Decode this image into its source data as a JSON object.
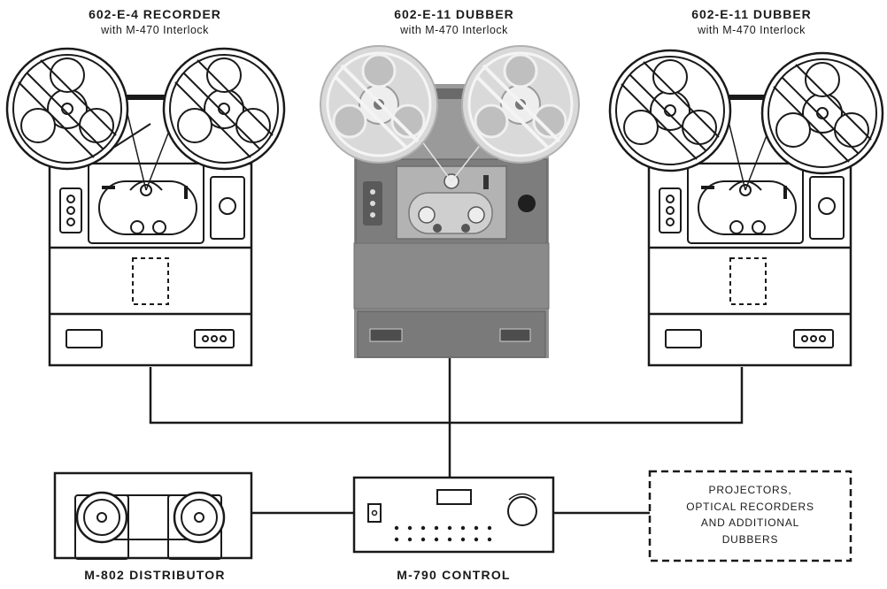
{
  "units": {
    "left_recorder": {
      "title": "602-E-4 RECORDER",
      "subtitle": "with M-470 Interlock"
    },
    "center_dubber": {
      "title": "602-E-11 DUBBER",
      "subtitle": "with M-470 Interlock"
    },
    "right_dubber": {
      "title": "602-E-11 DUBBER",
      "subtitle": "with M-470 Interlock"
    }
  },
  "distributor": {
    "label": "M-802 DISTRIBUTOR"
  },
  "control": {
    "label": "M-790 CONTROL"
  },
  "external": {
    "lines": [
      "PROJECTORS,",
      "OPTICAL RECORDERS",
      "AND ADDITIONAL",
      "DUBBERS"
    ]
  },
  "colors": {
    "ink": "#1a1a1a",
    "photo_panel": "#8f8f8f",
    "photo_dark": "#5c5c5c",
    "reel_photo": "#d8d8d8"
  }
}
